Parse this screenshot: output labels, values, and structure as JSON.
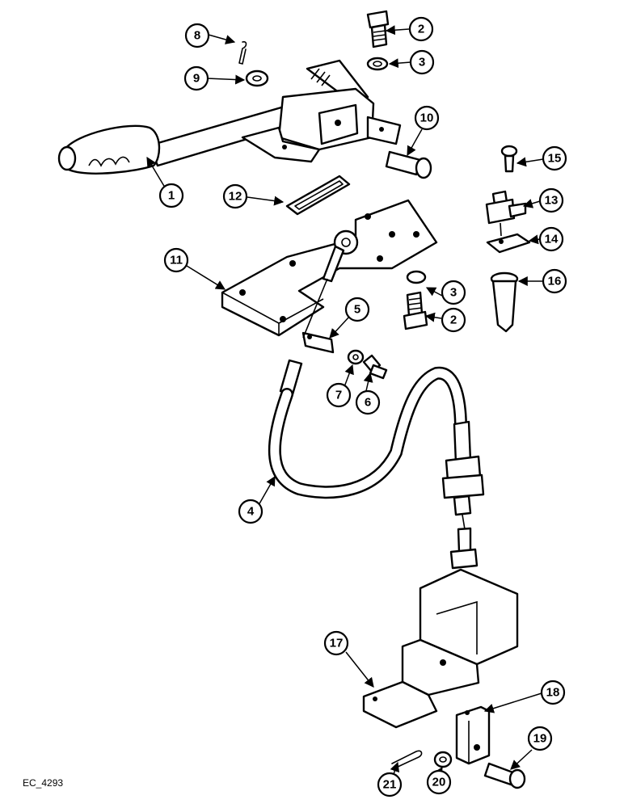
{
  "callouts": [
    "1",
    "2",
    "3",
    "4",
    "5",
    "6",
    "7",
    "8",
    "9",
    "10",
    "11",
    "12",
    "13",
    "14",
    "15",
    "16",
    "17",
    "18",
    "19",
    "20",
    "21"
  ],
  "reference_code": "EC_4293",
  "colors": {
    "ink": "#000000",
    "paper": "#ffffff"
  }
}
